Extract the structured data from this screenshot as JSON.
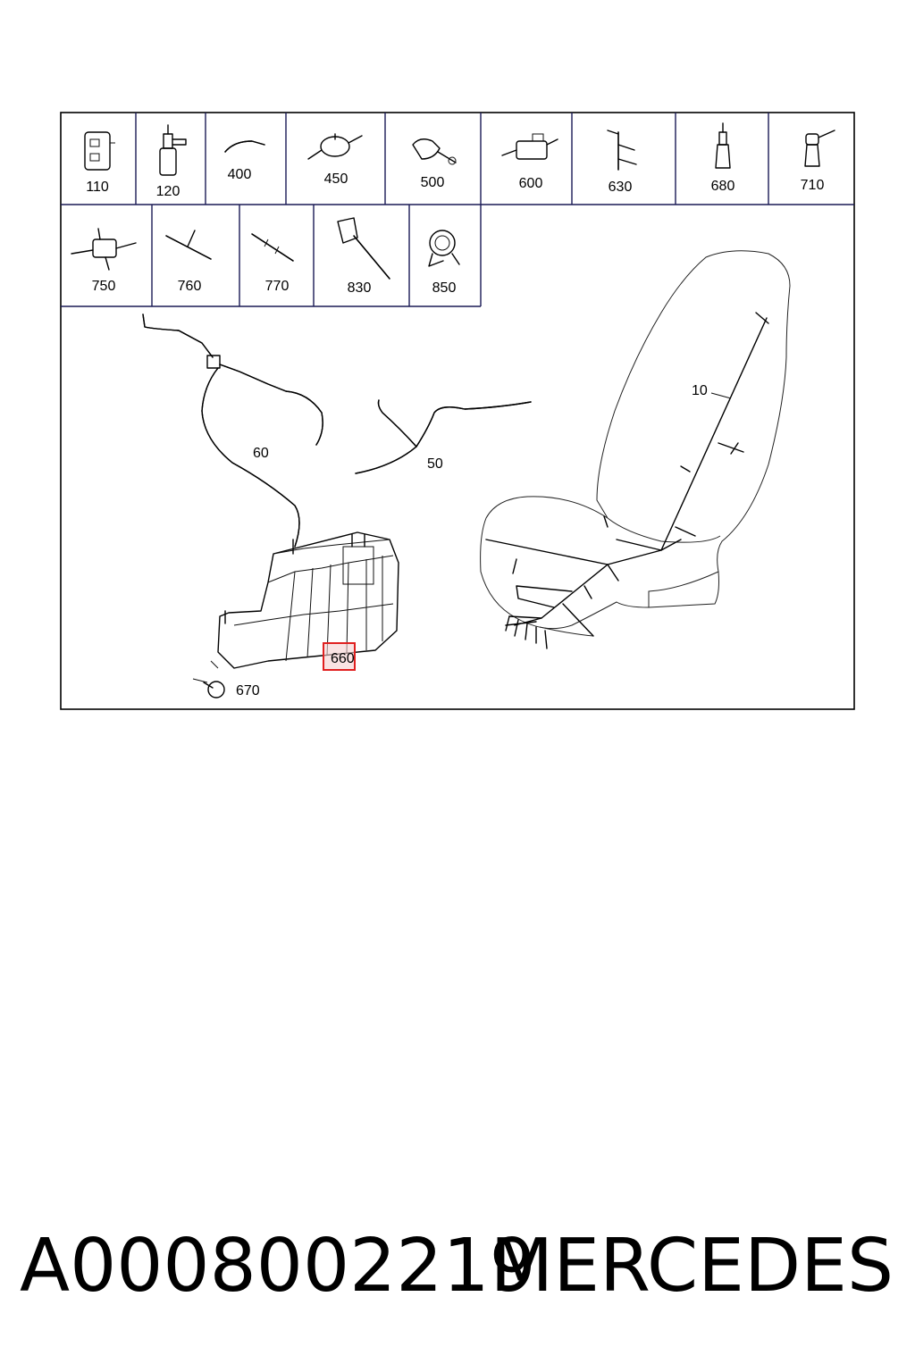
{
  "diagram": {
    "parts": [
      {
        "id": "110",
        "label": "110"
      },
      {
        "id": "120",
        "label": "120"
      },
      {
        "id": "400",
        "label": "400"
      },
      {
        "id": "450",
        "label": "450"
      },
      {
        "id": "500",
        "label": "500"
      },
      {
        "id": "600",
        "label": "600"
      },
      {
        "id": "630",
        "label": "630"
      },
      {
        "id": "680",
        "label": "680"
      },
      {
        "id": "710",
        "label": "710"
      },
      {
        "id": "750",
        "label": "750"
      },
      {
        "id": "760",
        "label": "760"
      },
      {
        "id": "770",
        "label": "770"
      },
      {
        "id": "830",
        "label": "830"
      },
      {
        "id": "850",
        "label": "850"
      }
    ],
    "callouts": {
      "c10": "10",
      "c50": "50",
      "c60": "60",
      "c660": "660",
      "c670": "670"
    },
    "highlight_color": "#e02020"
  },
  "footer": {
    "part_number": "A0008002219",
    "brand": "MERCEDES"
  }
}
